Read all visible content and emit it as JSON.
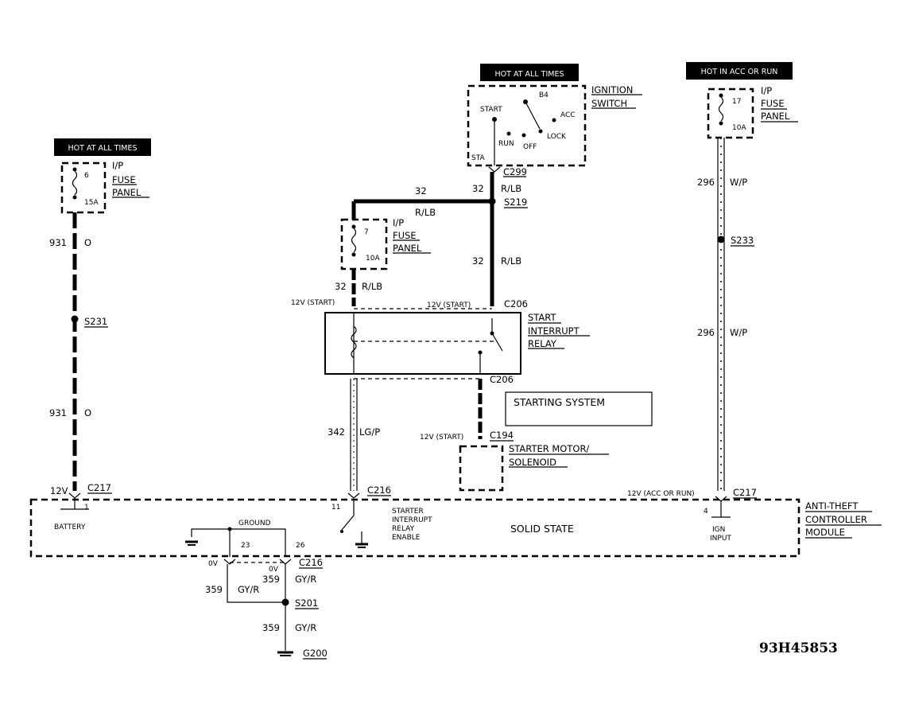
{
  "hot_at_all_times_1": "HOT AT ALL TIMES",
  "hot_at_all_times_2": "HOT AT ALL TIMES",
  "hot_in_acc_or_run": "HOT IN ACC OR RUN",
  "fuse_left": {
    "num": "6",
    "amps": "15A",
    "label1": "I/P",
    "label2": "FUSE",
    "label3": "PANEL"
  },
  "fuse_mid": {
    "num": "7",
    "amps": "10A",
    "label1": "I/P",
    "label2": "FUSE",
    "label3": "PANEL"
  },
  "fuse_right": {
    "num": "17",
    "amps": "10A",
    "label1": "I/P",
    "label2": "FUSE",
    "label3": "PANEL"
  },
  "ignition": {
    "label1": "IGNITION",
    "label2": "SWITCH",
    "b4": "B4",
    "start": "START",
    "acc": "ACC",
    "run": "RUN",
    "off": "OFF",
    "lock": "LOCK",
    "sta": "STA"
  },
  "wires": {
    "w931a": "931",
    "w931a_color": "O",
    "w931b": "931",
    "w931b_color": "O",
    "w32a": "32",
    "w32b": "32",
    "w32b_color": "R/LB",
    "w32h": "R/LB",
    "w32c": "32",
    "w32c_color": "R/LB",
    "w32d": "32",
    "w32d_color": "R/LB",
    "w296a": "296",
    "w296a_color": "W/P",
    "w296b": "296",
    "w296b_color": "W/P",
    "w342": "342",
    "w342_color": "LG/P",
    "w359a": "359",
    "w359a_color": "GY/R",
    "w359b": "359",
    "w359b_color": "GY/R",
    "w359c": "359",
    "w359c_color": "GY/R"
  },
  "connectors": {
    "c299": "C299",
    "s219": "S219",
    "s231": "S231",
    "s233": "S233",
    "c206a": "C206",
    "c206b": "C206",
    "c194": "C194",
    "c217a": "C217",
    "c217b": "C217",
    "c216a": "C216",
    "c216b": "C216",
    "s201": "S201",
    "g200": "G200"
  },
  "voltages": {
    "v12start1": "12V (START)",
    "v12start2": "12V (START)",
    "v12start3": "12V (START)",
    "v12": "12V",
    "v12accrun": "12V (ACC OR RUN)",
    "v0a": "0V",
    "v0b": "0V"
  },
  "relay": {
    "label1": "START",
    "label2": "INTERRUPT",
    "label3": "RELAY"
  },
  "starting_system": "STARTING SYSTEM",
  "starter": {
    "label1": "STARTER MOTOR/",
    "label2": "SOLENOID"
  },
  "module": {
    "label1": "ANTI-THEFT",
    "label2": "CONTROLLER",
    "label3": "MODULE",
    "solid_state": "SOLID STATE",
    "battery": "BATTERY",
    "pin1": "1",
    "ground": "GROUND",
    "pin23": "23",
    "pin26": "26",
    "pin11": "11",
    "pin4": "4",
    "sire1": "STARTER",
    "sire2": "INTERRUPT",
    "sire3": "RELAY",
    "sire4": "ENABLE",
    "ign1": "IGN",
    "ign2": "INPUT"
  },
  "code": "93H45853"
}
